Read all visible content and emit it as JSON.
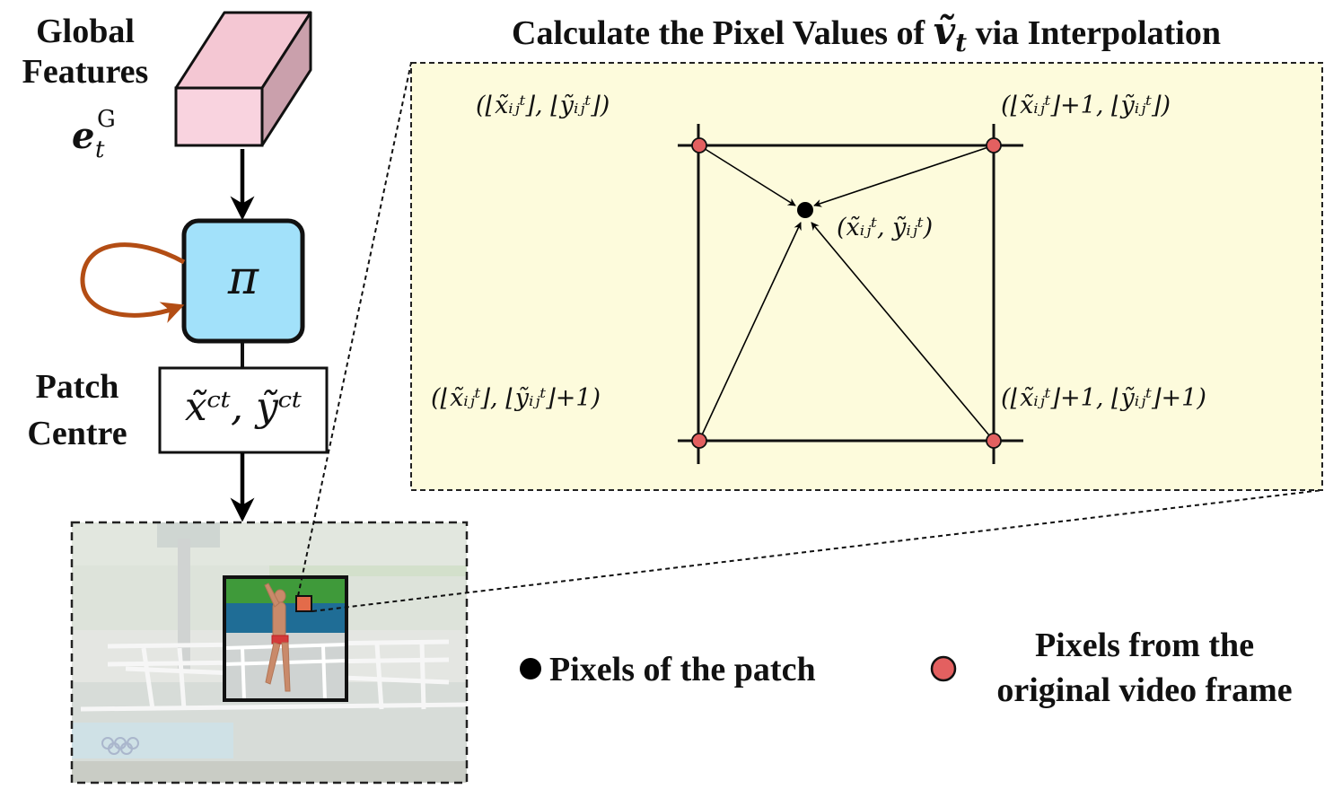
{
  "global_features": {
    "line1": "Global",
    "line2": "Features",
    "symbol": "e",
    "superscript": "G",
    "subscript": "t"
  },
  "policy": {
    "symbol": "π"
  },
  "patch_centre": {
    "line1": "Patch",
    "line2": "Centre",
    "formula": "x̃ᶜᵗ, ỹᶜᵗ"
  },
  "interp_title": {
    "prefix": "Calculate the Pixel Values of",
    "symbol": "ṽ",
    "sub": "t",
    "suffix": "via Interpolation"
  },
  "corner_labels": {
    "top_left": "(⌊x̃ᵢⱼᵗ⌋, ⌊ỹᵢⱼᵗ⌋)",
    "top_right": "(⌊x̃ᵢⱼᵗ⌋+1, ⌊ỹᵢⱼᵗ⌋)",
    "bottom_left": "(⌊x̃ᵢⱼᵗ⌋, ⌊ỹᵢⱼᵗ⌋+1)",
    "bottom_right": "(⌊x̃ᵢⱼᵗ⌋+1, ⌊ỹᵢⱼᵗ⌋+1)",
    "center": "(x̃ᵢⱼᵗ, ỹᵢⱼᵗ)"
  },
  "legend": {
    "black_dot": "Pixels of the patch",
    "red_dot_line1": "Pixels from the",
    "red_dot_line2": "original video frame"
  },
  "colors": {
    "cube_front": "#f9d3df",
    "cube_top": "#f4c7d3",
    "cube_side": "#caa0ac",
    "policy_fill": "#a2e1fa",
    "loop_arrow": "#b34d14",
    "interp_bg": "#fdfbdc",
    "red_pixel": "#e36060",
    "frame_overlay": "#e8e8e8",
    "pool_blue": "#1f6d96",
    "pool_green": "#3f9a3a"
  }
}
